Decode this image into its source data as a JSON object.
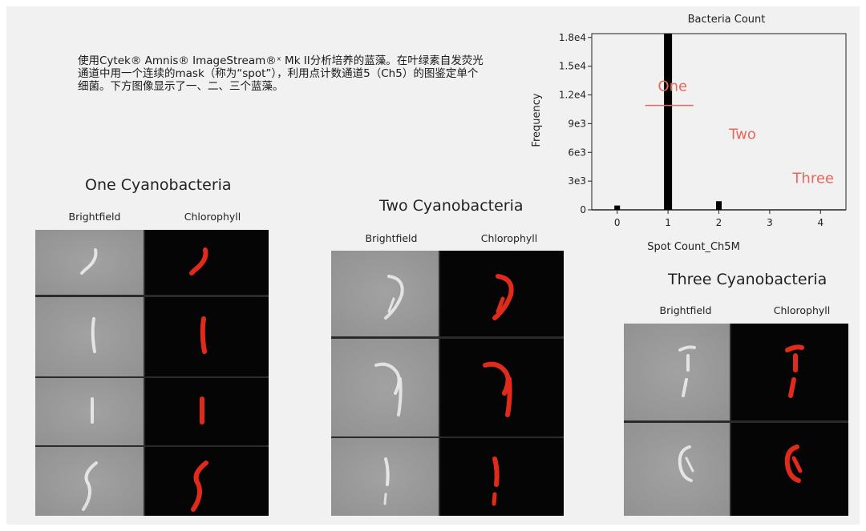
{
  "description": "使用Cytek® Amnis® ImageStream®ˣ Mk II分析培养的蓝藻。在叶绿素自发荧光通道中用一个连续的mask（称为“spot”），利用点计数通道5（Ch5）的图鉴定单个细菌。下方图像显示了一、二、三个蓝藻。",
  "groups": [
    {
      "title": "One Cyanobacteria",
      "col_bf": "Brightfield",
      "col_cp": "Chlorophyll"
    },
    {
      "title": "Two Cyanobacteria",
      "col_bf": "Brightfield",
      "col_cp": "Chlorophyll"
    },
    {
      "title": "Three Cyanobacteria",
      "col_bf": "Brightfield",
      "col_cp": "Chlorophyll"
    }
  ],
  "colors": {
    "annotation": "#e8675f",
    "bar": "#000000",
    "cell_red": "#e02a1c"
  },
  "chart_data": {
    "type": "bar",
    "title": "Bacteria Count",
    "xlabel": "Spot Count_Ch5M",
    "ylabel": "Frequency",
    "x": [
      0,
      1,
      2
    ],
    "values": [
      450,
      18400,
      900
    ],
    "xlim": [
      -0.5,
      4.5
    ],
    "ylim": [
      0,
      18400
    ],
    "xticks": [
      0,
      1,
      2,
      3,
      4
    ],
    "yticks": [
      0,
      3000,
      6000,
      9000,
      12000,
      15000,
      18000
    ],
    "ytick_labels": [
      "0",
      "3e3",
      "6e3",
      "9e3",
      "1.2e4",
      "1.5e4",
      "1.8e4"
    ],
    "annotations": [
      {
        "text": "One",
        "x": 0.8,
        "y": 12400
      },
      {
        "text": "Two",
        "x": 2.2,
        "y": 7400
      },
      {
        "text": "Three",
        "x": 3.45,
        "y": 2800
      }
    ],
    "gate_line": {
      "x1": 0.55,
      "x2": 1.5,
      "y": 10900
    }
  }
}
